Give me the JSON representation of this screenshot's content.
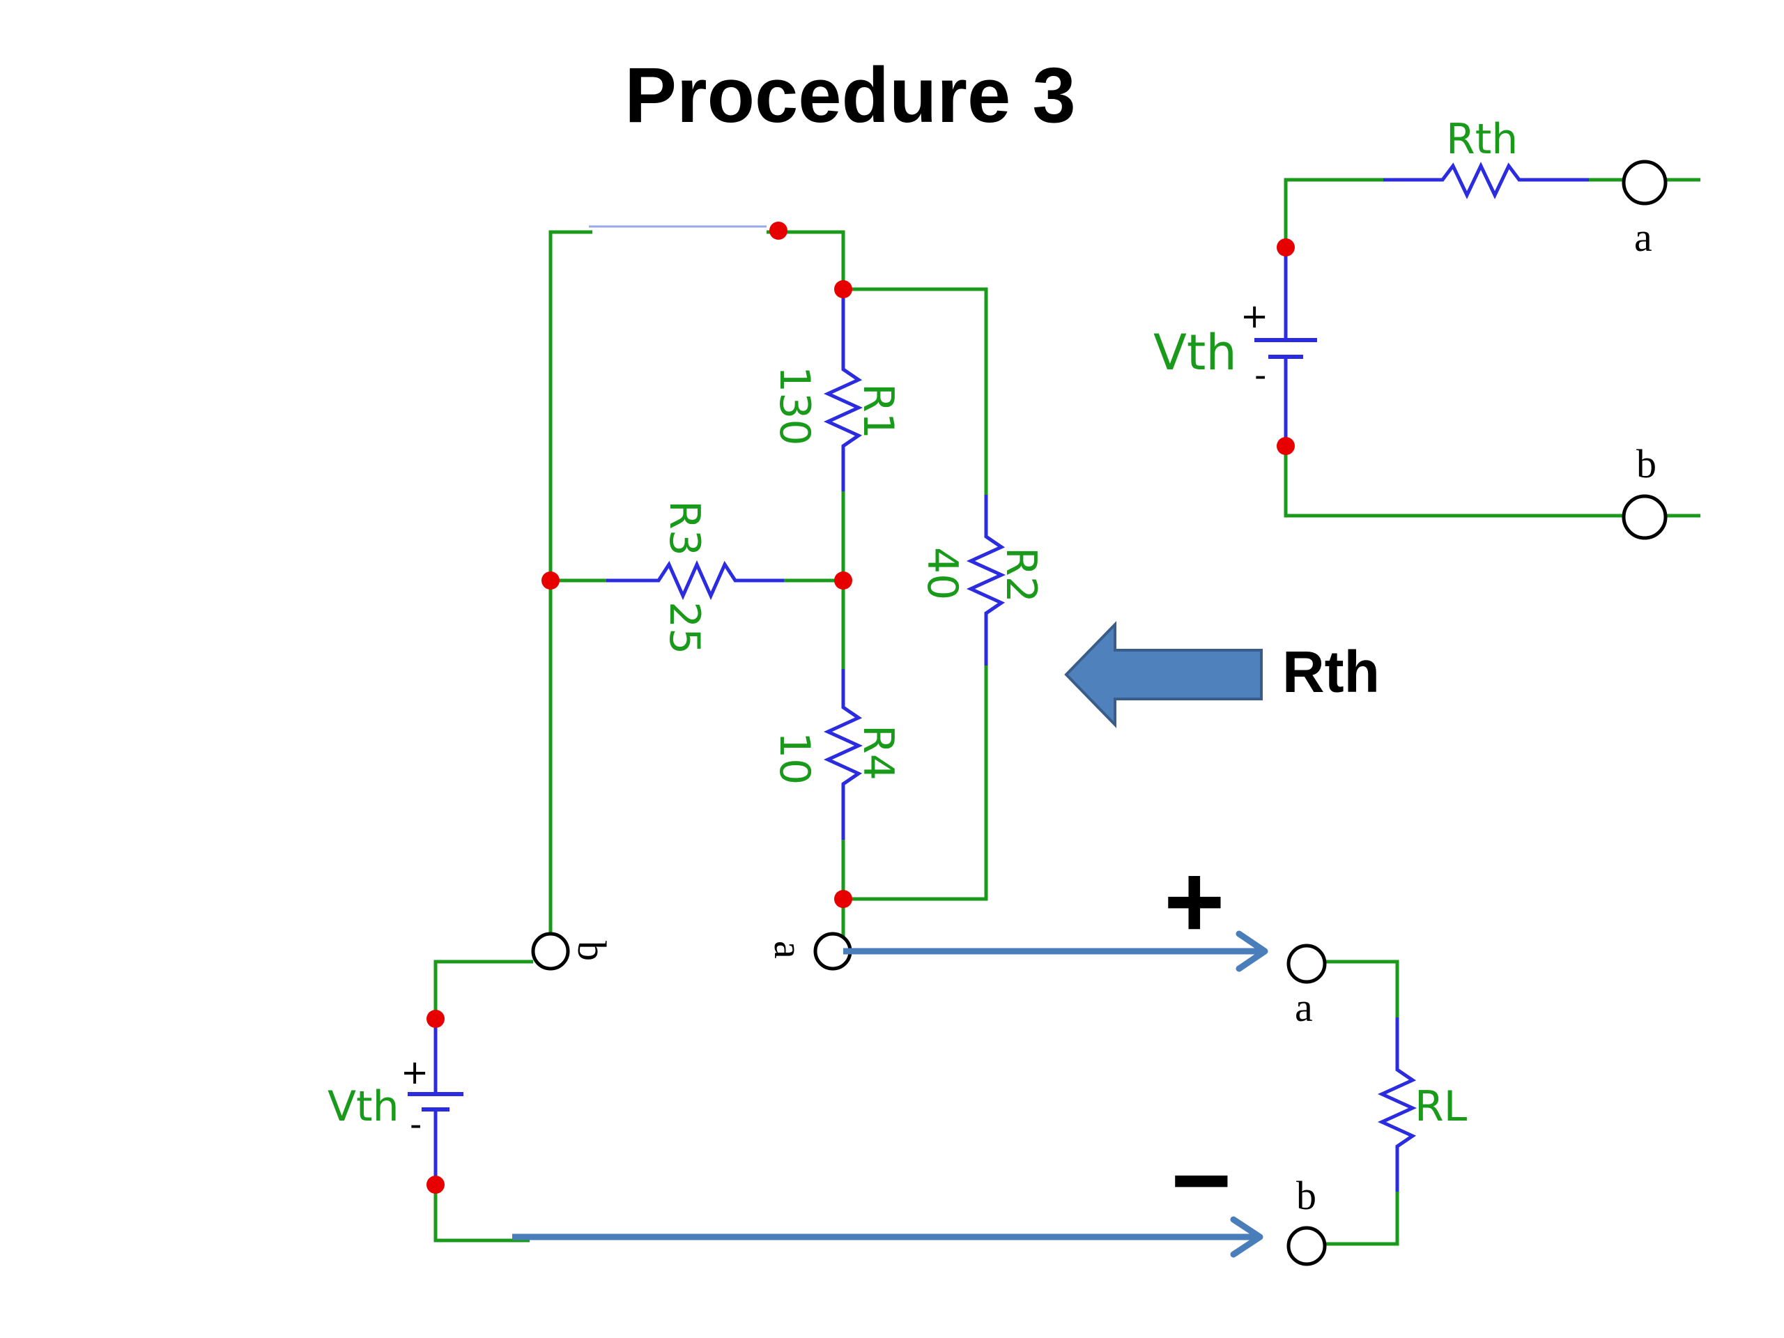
{
  "title": "Procedure 3",
  "rth_arrow_label": "Rth",
  "sign_plus": "+",
  "sign_minus": "−",
  "main_circuit": {
    "resistors": [
      {
        "name": "R1",
        "value": "130"
      },
      {
        "name": "R2",
        "value": "40"
      },
      {
        "name": "R3",
        "value": "25"
      },
      {
        "name": "R4",
        "value": "10"
      }
    ],
    "terminal_a": "a",
    "terminal_b": "b"
  },
  "thevenin_equivalent": {
    "resistor_label": "Rth",
    "source_label": "Vth",
    "plus": "+",
    "minus": "-",
    "terminal_a": "a",
    "terminal_b": "b"
  },
  "source_circuit": {
    "source_label": "Vth",
    "plus": "+",
    "minus": "-"
  },
  "load_circuit": {
    "resistor_label": "RL",
    "terminal_a": "a",
    "terminal_b": "b"
  },
  "colors": {
    "wire": "#1a9a1a",
    "component": "#2b2be0",
    "node": "#e60000",
    "arrow": "#4a7ebb",
    "big_arrow_fill": "#4f81bd",
    "big_arrow_stroke": "#385d8a"
  }
}
